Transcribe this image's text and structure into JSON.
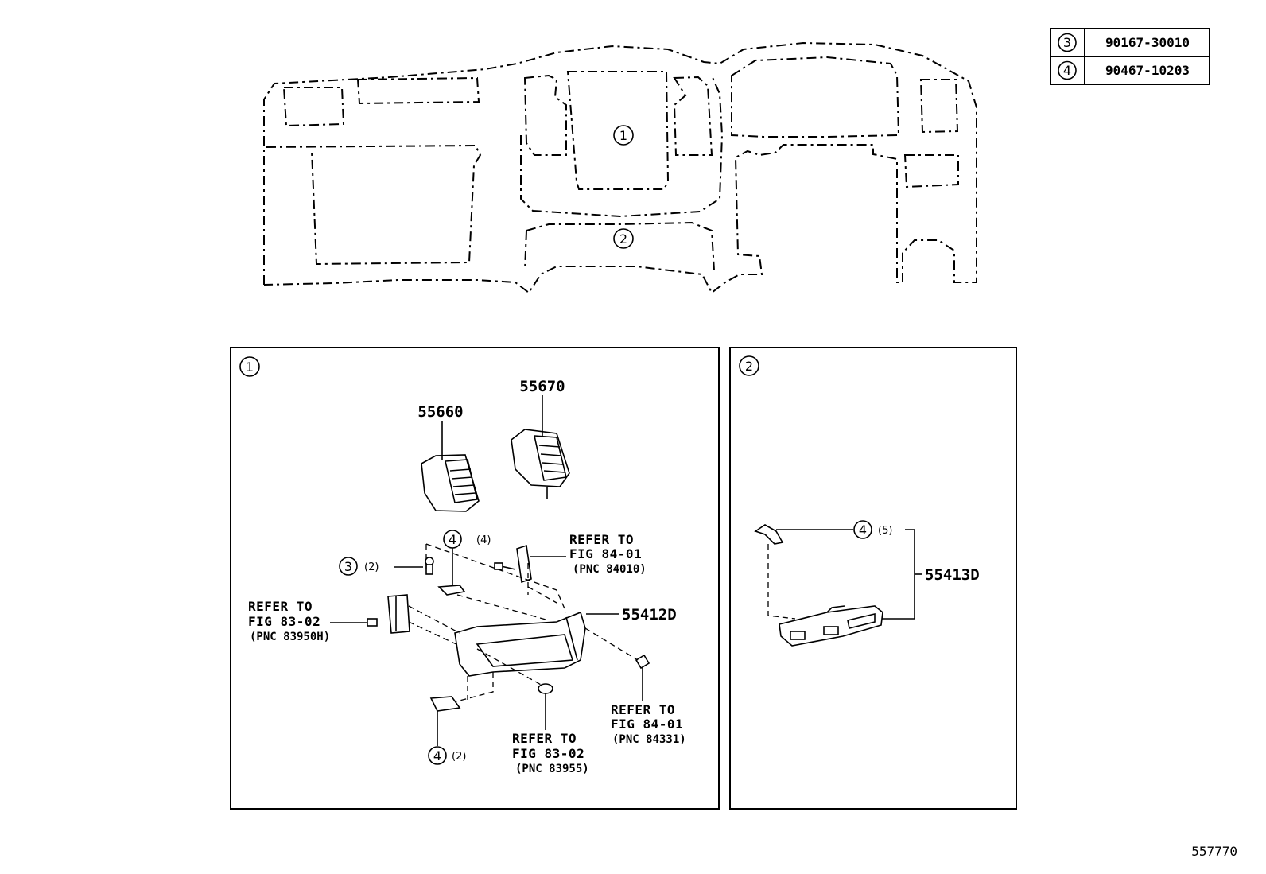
{
  "legend_table": [
    {
      "ref": "3",
      "part_no": "90167-30010"
    },
    {
      "ref": "4",
      "part_no": "90467-10203"
    }
  ],
  "overview_markers": [
    {
      "ref": "1"
    },
    {
      "ref": "2"
    }
  ],
  "panel1": {
    "ref": "1",
    "parts": {
      "p55660": "55660",
      "p55670": "55670",
      "p55412d": "55412D"
    },
    "fasteners": {
      "f4_top": {
        "ref": "4",
        "qty": "(4)"
      },
      "f3": {
        "ref": "3",
        "qty": "(2)"
      },
      "f4_bottom": {
        "ref": "4",
        "qty": "(2)"
      }
    },
    "refs": {
      "r84010": {
        "line1": "REFER TO",
        "line2": "FIG 84-01",
        "line3": "(PNC 84010)"
      },
      "r83950h": {
        "line1": "REFER TO",
        "line2": "FIG 83-02",
        "line3": "(PNC 83950H)"
      },
      "r83955": {
        "line1": "REFER TO",
        "line2": "FIG 83-02",
        "line3": "(PNC 83955)"
      },
      "r84331": {
        "line1": "REFER TO",
        "line2": "FIG 84-01",
        "line3": "(PNC 84331)"
      }
    }
  },
  "panel2": {
    "ref": "2",
    "parts": {
      "p55413d": "55413D"
    },
    "fasteners": {
      "f4": {
        "ref": "4",
        "qty": "(5)"
      }
    }
  },
  "illustration_no": "557770"
}
